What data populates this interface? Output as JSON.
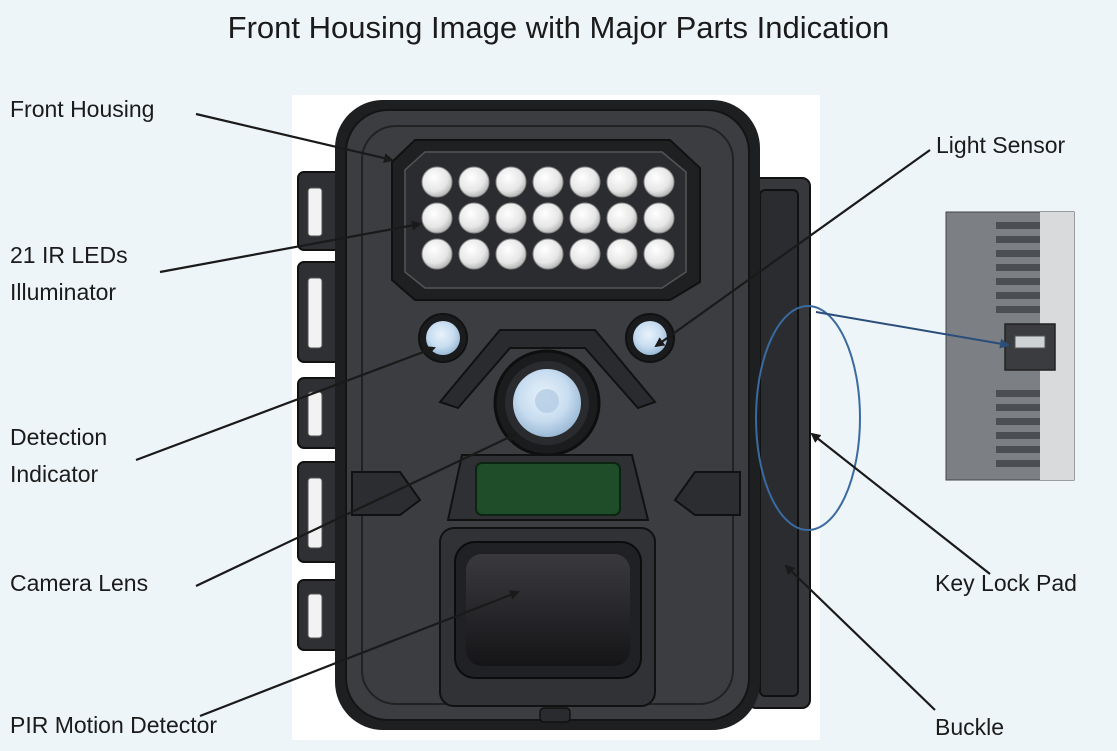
{
  "title": "Front Housing Image with Major Parts Indication",
  "labels": {
    "front_housing": "Front Housing",
    "ir_leds_line1": "21 IR LEDs",
    "ir_leds_line2": "Illuminator",
    "detection_line1": "Detection",
    "detection_line2": "Indicator",
    "camera_lens": "Camera Lens",
    "pir": "PIR Motion Detector",
    "light_sensor": "Light Sensor",
    "key_lock_pad": "Key Lock Pad",
    "buckle": "Buckle"
  },
  "colors": {
    "background": "#eef5f9",
    "housing": "#3b3d40",
    "housing_dark": "#1e1f21",
    "led": "#f4f4f4",
    "lens": "#cfe2f3",
    "green_window": "#1f4d2a",
    "arrow": "#1a1a1a"
  },
  "led_count": 21
}
